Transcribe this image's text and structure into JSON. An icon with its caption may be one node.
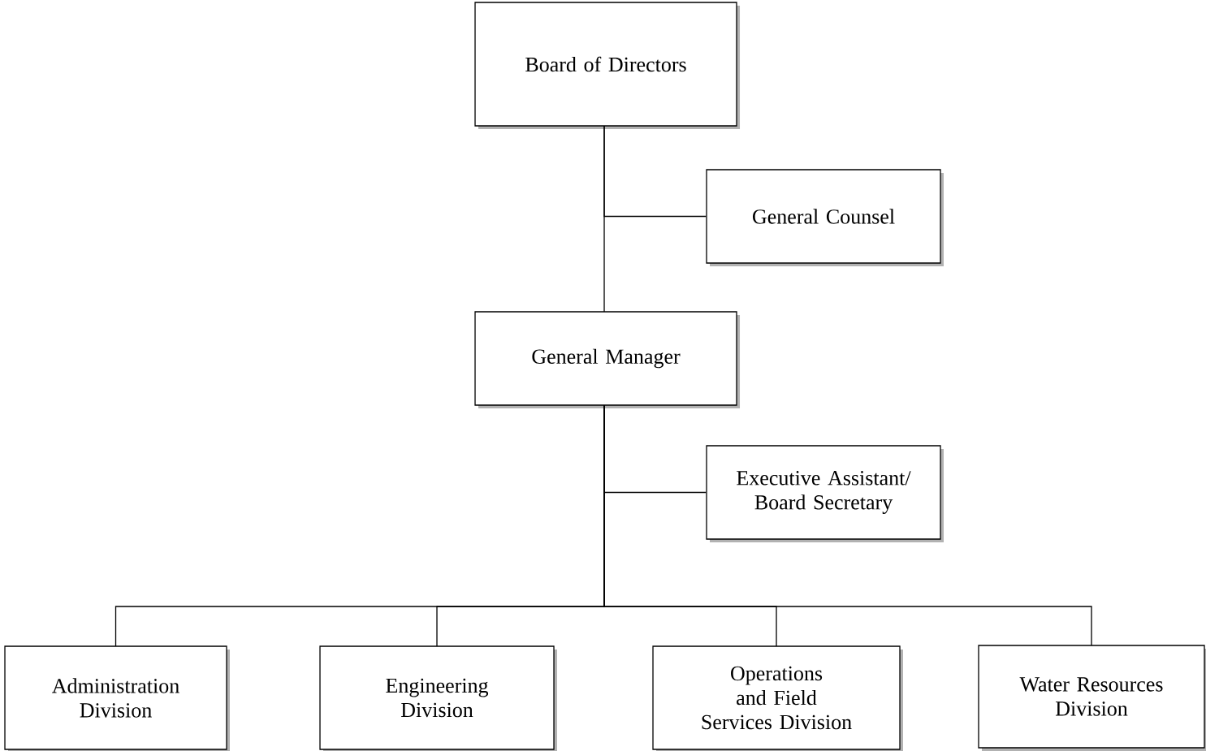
{
  "diagram": {
    "nodes": [
      {
        "text": [
          "Board of Directors"
        ]
      },
      {
        "text": [
          "General Counsel"
        ]
      },
      {
        "text": [
          "General Manager"
        ]
      },
      {
        "text": [
          "Executive Assistant/ Board Secretary"
        ]
      },
      {
        "text": [
          "Administration Division"
        ]
      },
      {
        "text": [
          "Engineering Division"
        ]
      },
      {
        "text": [
          "Operations and Field Services Division"
        ]
      },
      {
        "text": [
          "Water Resources Division"
        ]
      }
    ],
    "edges": [
      {
        "from": 0,
        "to": 2,
        "arrow": "none"
      },
      {
        "from": 0,
        "to": 1,
        "arrow": "none"
      },
      {
        "from": 2,
        "to": 3,
        "arrow": "none"
      },
      {
        "from": 2,
        "to": 4,
        "arrow": "none"
      },
      {
        "from": 2,
        "to": 5,
        "arrow": "none"
      },
      {
        "from": 2,
        "to": 6,
        "arrow": "none"
      },
      {
        "from": 2,
        "to": 7,
        "arrow": "none"
      }
    ]
  }
}
